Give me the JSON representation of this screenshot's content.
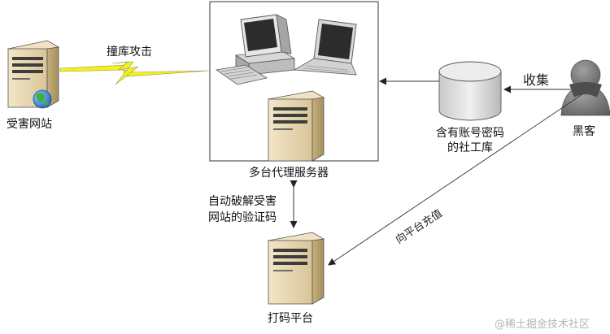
{
  "labels": {
    "victim_site": "受害网站",
    "credential_stuffing": "撞库攻击",
    "proxy_servers": "多台代理服务器",
    "social_db_line1": "含有账号密码",
    "social_db_line2": "的社工库",
    "collect": "收集",
    "hacker": "黑客",
    "auto_crack_line1": "自动破解受害",
    "auto_crack_line2": "网站的验证码",
    "recharge": "向平台充值",
    "captcha_platform": "打码平台"
  },
  "watermark": "@稀土掘金技术社区",
  "colors": {
    "server_body": "#e9d9b3",
    "server_dark": "#3d3d3d",
    "lightning": "#f4f01c",
    "globe": "#3d8fd8",
    "hacker": "#7a7a7a",
    "db": "#d4d4d4",
    "line": "#333333"
  }
}
